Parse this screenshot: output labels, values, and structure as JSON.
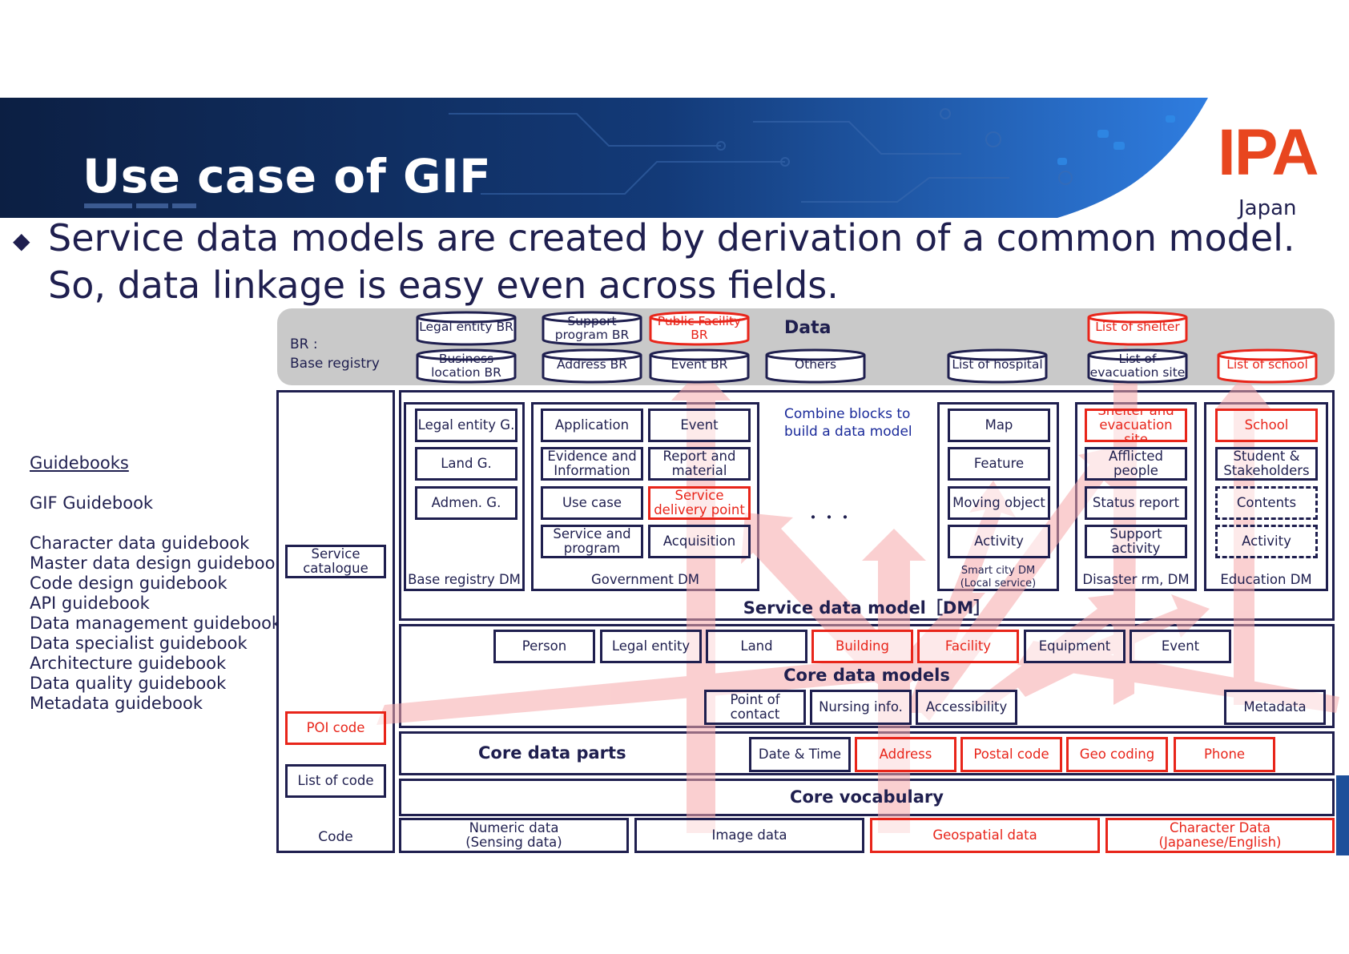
{
  "header": {
    "title": "Use case of GIF",
    "logo": "IPA",
    "logo_sub": "Japan"
  },
  "bullet": {
    "line1": "Service data models are created by derivation of a common model.",
    "line2": "So, data linkage is easy even across fields."
  },
  "guidebooks": {
    "title": "Guidebooks",
    "main": "GIF Guidebook",
    "items": [
      "Character data guidebook",
      "Master data design guidebook",
      "Code design guidebook",
      "API guidebook",
      "Data management guidebook",
      "Data specialist guidebook",
      "Architecture guidebook",
      "Data quality guidebook",
      "Metadata guidebook"
    ]
  },
  "data_layer": {
    "br_label_1": "BR :",
    "br_label_2": "Base registry",
    "title": "Data",
    "cylinders": {
      "legal_entity_br": "Legal entity BR",
      "support_program_br": "Support program BR",
      "public_facility_br": "Public Facility BR",
      "business_location_br": "Business location BR",
      "address_br": "Address BR",
      "event_br": "Event BR",
      "others": "Others",
      "list_of_hospital": "List of hospital",
      "list_of_shelter": "List of shelter",
      "list_of_evacuation_site": "List of evacuation site",
      "list_of_school": "List of school"
    }
  },
  "code_column": {
    "service_catalogue": "Service catalogue",
    "poi_code": "POI code",
    "list_of_code": "List of code",
    "code": "Code"
  },
  "service_dm": {
    "title": "Service data model［DM］",
    "combine_note_1": "Combine blocks to",
    "combine_note_2": "build a data model",
    "ellipsis": "・・・",
    "base_registry": {
      "label": "Base registry DM",
      "items": [
        "Legal entity G.",
        "Land G.",
        "Admen. G."
      ]
    },
    "government": {
      "label": "Government DM",
      "items": [
        "Application",
        "Event",
        "Evidence and Information",
        "Report and material",
        "Use case",
        "Service delivery point",
        "Service and program",
        "Acquisition"
      ]
    },
    "smart_city": {
      "label_1": "Smart city DM",
      "label_2": "(Local service)",
      "items": [
        "Map",
        "Feature",
        "Moving object",
        "Activity"
      ]
    },
    "disaster": {
      "label": "Disaster rm, DM",
      "items": [
        "Shelter and evacuation site",
        "Afflicted people",
        "Status report",
        "Support activity"
      ]
    },
    "education": {
      "label": "Education DM",
      "items": [
        "School",
        "Student & Stakeholders",
        "Contents",
        "Activity"
      ]
    }
  },
  "core_models": {
    "title": "Core data models",
    "row1": [
      "Person",
      "Legal entity",
      "Land",
      "Building",
      "Facility",
      "Equipment",
      "Event"
    ],
    "row2": [
      "Point of contact",
      "Nursing info.",
      "Accessibility"
    ],
    "metadata": "Metadata"
  },
  "core_parts": {
    "title": "Core data parts",
    "items": [
      "Date & Time",
      "Address",
      "Postal code",
      "Geo coding",
      "Phone"
    ]
  },
  "core_vocab": {
    "title": "Core vocabulary"
  },
  "data_types": {
    "numeric_1": "Numeric data",
    "numeric_2": "(Sensing data)",
    "image": "Image data",
    "geospatial": "Geospatial data",
    "character_1": "Character Data",
    "character_2": "(Japanese/English)"
  },
  "colors": {
    "navy": "#1f1f4f",
    "red": "#e8251a",
    "arrow_pink": "#f6b9bb",
    "banner_dark": "#0e2650",
    "banner_blue": "#2a6fd0"
  }
}
